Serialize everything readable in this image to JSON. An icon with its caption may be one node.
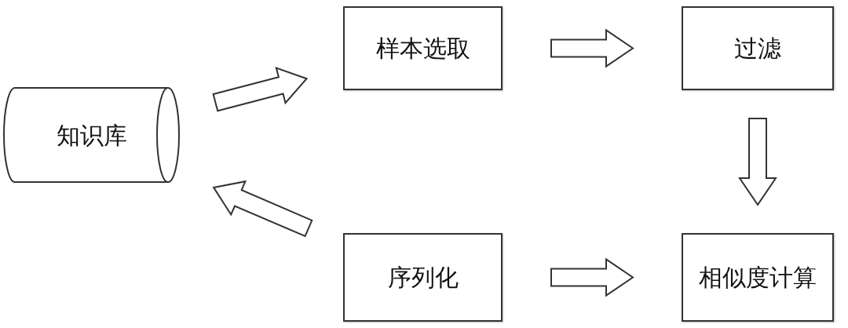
{
  "diagram": {
    "nodes": [
      {
        "text": [
          "知识库"
        ]
      },
      {
        "text": [
          "样本选取"
        ]
      },
      {
        "text": [
          "过滤"
        ]
      },
      {
        "text": [
          "相似度计算"
        ]
      },
      {
        "text": [
          "序列化"
        ]
      }
    ],
    "edges": [
      {
        "from": 0,
        "to": 1,
        "arrow": "to"
      },
      {
        "from": 1,
        "to": 2,
        "arrow": "to"
      },
      {
        "from": 2,
        "to": 3,
        "arrow": "to"
      },
      {
        "from": 4,
        "to": 3,
        "arrow": "to"
      },
      {
        "from": 4,
        "to": 0,
        "arrow": "to"
      }
    ]
  }
}
